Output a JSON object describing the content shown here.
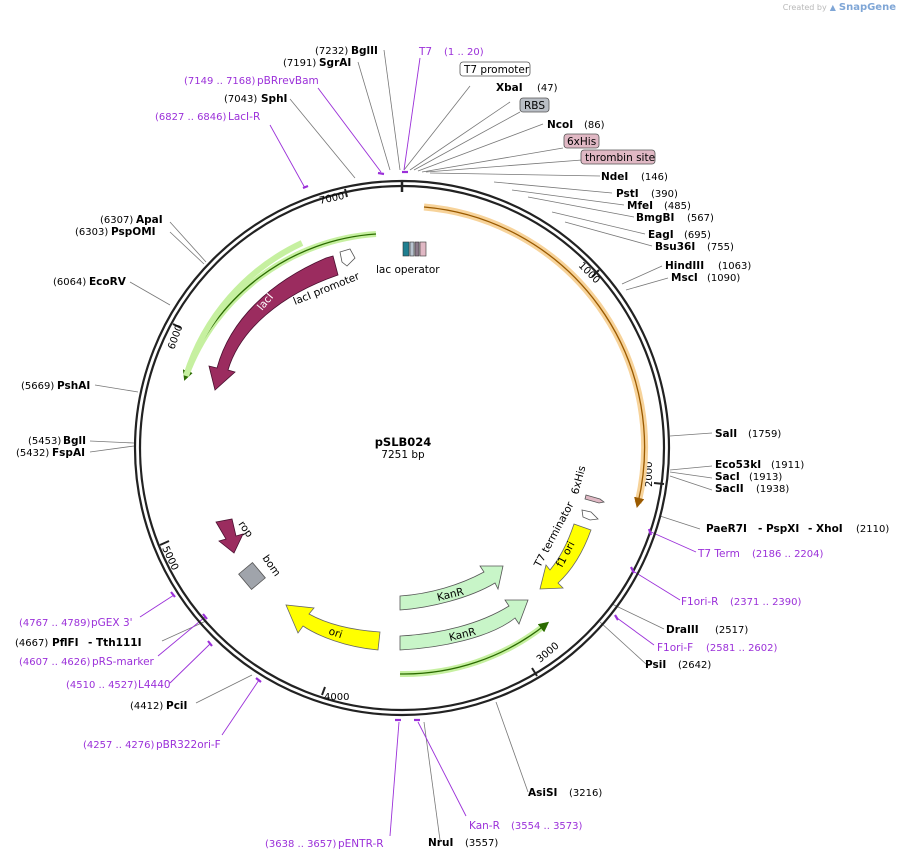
{
  "credit": {
    "created_by": "Created by",
    "brand": "SnapGene"
  },
  "plasmid": {
    "name": "pSLB024",
    "length_label": "7251 bp",
    "length": 7251
  },
  "tick_marks": [
    "1000",
    "2000",
    "3000",
    "4000",
    "5000",
    "6000",
    "7000"
  ],
  "enzymes": [
    {
      "name": "BglII",
      "pos": "(7232)"
    },
    {
      "name": "SgrAI",
      "pos": "(7191)"
    },
    {
      "name": "XbaI",
      "pos": "(47)"
    },
    {
      "name": "NcoI",
      "pos": "(86)"
    },
    {
      "name": "NdeI",
      "pos": "(146)"
    },
    {
      "name": "PstI",
      "pos": "(390)"
    },
    {
      "name": "MfeI",
      "pos": "(485)"
    },
    {
      "name": "BmgBI",
      "pos": "(567)"
    },
    {
      "name": "EagI",
      "pos": "(695)"
    },
    {
      "name": "Bsu36I",
      "pos": "(755)"
    },
    {
      "name": "HindIII",
      "pos": "(1063)"
    },
    {
      "name": "MscI",
      "pos": "(1090)"
    },
    {
      "name": "SalI",
      "pos": "(1759)"
    },
    {
      "name": "Eco53kI",
      "pos": "(1911)"
    },
    {
      "name": "SacI",
      "pos": "(1913)"
    },
    {
      "name": "SacII",
      "pos": "(1938)"
    },
    {
      "name": "PaeR7I",
      "pos": "(2110)"
    },
    {
      "name": "- PspXI",
      "pos": ""
    },
    {
      "name": "- XhoI",
      "pos": ""
    },
    {
      "name": "DraIII",
      "pos": "(2517)"
    },
    {
      "name": "PsiI",
      "pos": "(2642)"
    },
    {
      "name": "AsiSI",
      "pos": "(3216)"
    },
    {
      "name": "NruI",
      "pos": "(3557)"
    },
    {
      "name": "PciI",
      "pos": "(4412)"
    },
    {
      "name": "PflFI",
      "pos": "(4667)"
    },
    {
      "name": "- Tth111I",
      "pos": ""
    },
    {
      "name": "FspAI",
      "pos": "(5432)"
    },
    {
      "name": "BglI",
      "pos": "(5453)"
    },
    {
      "name": "PshAI",
      "pos": "(5669)"
    },
    {
      "name": "EcoRV",
      "pos": "(6064)"
    },
    {
      "name": "PspOMI",
      "pos": "(6303)"
    },
    {
      "name": "ApaI",
      "pos": "(6307)"
    },
    {
      "name": "SphI",
      "pos": "(7043)"
    }
  ],
  "primers": [
    {
      "name": "T7",
      "pos": "(1 .. 20)"
    },
    {
      "name": "pBRrevBam",
      "pos": "(7149 .. 7168)"
    },
    {
      "name": "LacI-R",
      "pos": "(6827 .. 6846)"
    },
    {
      "name": "T7 Term",
      "pos": "(2186 .. 2204)"
    },
    {
      "name": "F1ori-R",
      "pos": "(2371 .. 2390)"
    },
    {
      "name": "F1ori-F",
      "pos": "(2581 .. 2602)"
    },
    {
      "name": "Kan-R",
      "pos": "(3554 .. 3573)"
    },
    {
      "name": "pENTR-R",
      "pos": "(3638 .. 3657)"
    },
    {
      "name": "pBR322ori-F",
      "pos": "(4257 .. 4276)"
    },
    {
      "name": "L4440",
      "pos": "(4510 .. 4527)"
    },
    {
      "name": "pRS-marker",
      "pos": "(4607 .. 4626)"
    },
    {
      "name": "pGEX 3'",
      "pos": "(4767 .. 4789)"
    }
  ],
  "boxed_features": [
    "T7 promoter",
    "RBS",
    "6xHis",
    "thrombin site"
  ],
  "features": {
    "lac_operator": "lac operator",
    "laci_promoter": "lacI promoter",
    "laci": "lacI",
    "rop": "rop",
    "bom": "bom",
    "ori": "ori",
    "kanr1": "KanR",
    "kanr2": "KanR",
    "f1ori": "f1 ori",
    "t7_terminator": "T7 terminator",
    "his_tag": "6xHis"
  },
  "colors": {
    "backbone": "#222222",
    "primer": "#9b30d9",
    "insert_arc": "#f0b860",
    "laci": "#9b2c5f",
    "kanr": "#c8f5c8",
    "ori": "#ffff00",
    "bom": "#a0a4ab",
    "feature_box": "#e0b8c4"
  }
}
